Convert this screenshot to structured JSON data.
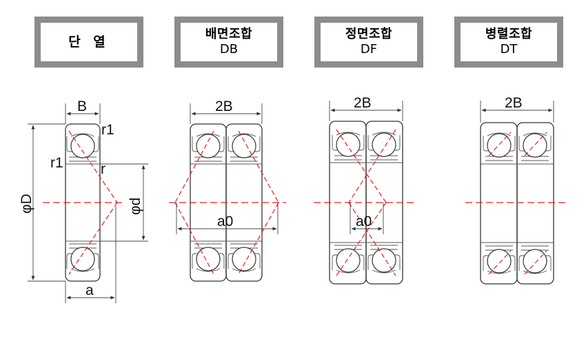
{
  "headers": [
    {
      "line1": "단 열",
      "line2": ""
    },
    {
      "line1": "배면조합",
      "line2": "DB"
    },
    {
      "line1": "정면조합",
      "line2": "DF"
    },
    {
      "line1": "병렬조합",
      "line2": "DT"
    }
  ],
  "labels": {
    "single_width": "B",
    "r1_top": "r1",
    "r1_side": "r1",
    "r_inner": "r",
    "outer_dia": "φD",
    "inner_dia": "φd",
    "single_a": "a",
    "db_width": "2B",
    "db_a0": "a0",
    "df_width": "2B",
    "df_a0": "a0",
    "dt_width": "2B"
  },
  "colors": {
    "frame": "#8c8c8c",
    "center_line": "#e02020",
    "outline": "#333333"
  }
}
